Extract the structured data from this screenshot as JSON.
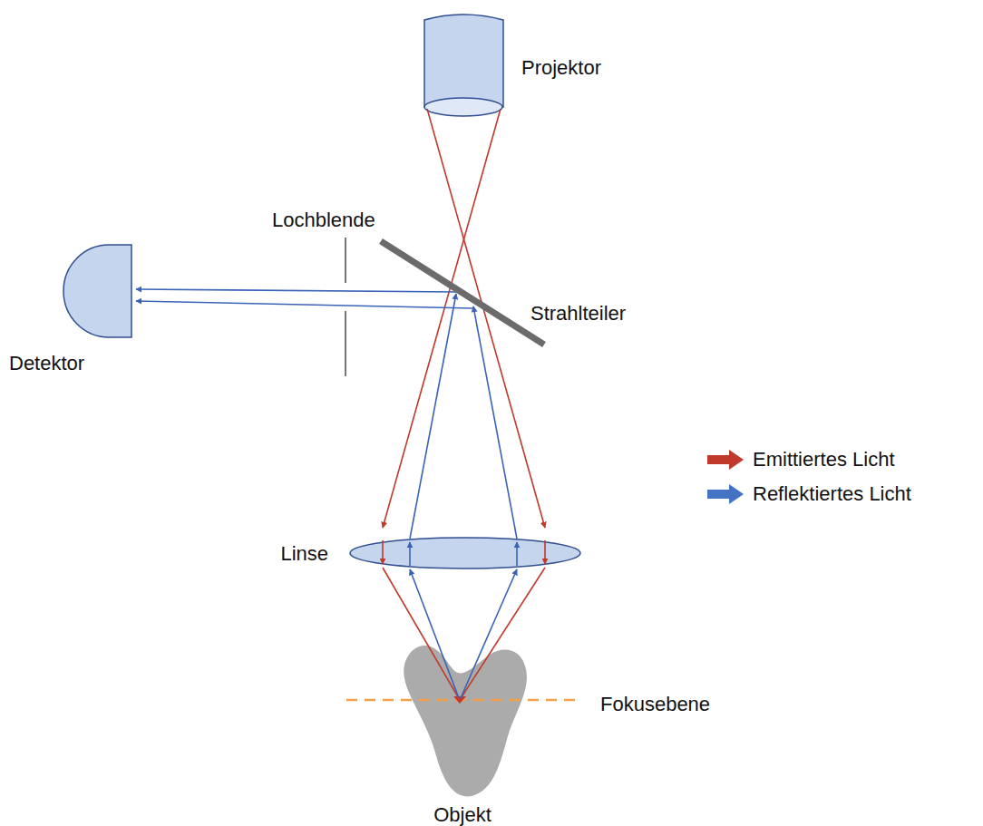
{
  "diagram": {
    "labels": [
      "Projektor",
      "Lochblende",
      "Strahlteiler",
      "Detektor",
      "Linse",
      "Fokusebene",
      "Objekt"
    ],
    "legend": [
      {
        "text": "Emittiertes Licht",
        "color": "#c0392b"
      },
      {
        "text": "Reflektiertes Licht",
        "color": "#4472c4"
      }
    ]
  }
}
